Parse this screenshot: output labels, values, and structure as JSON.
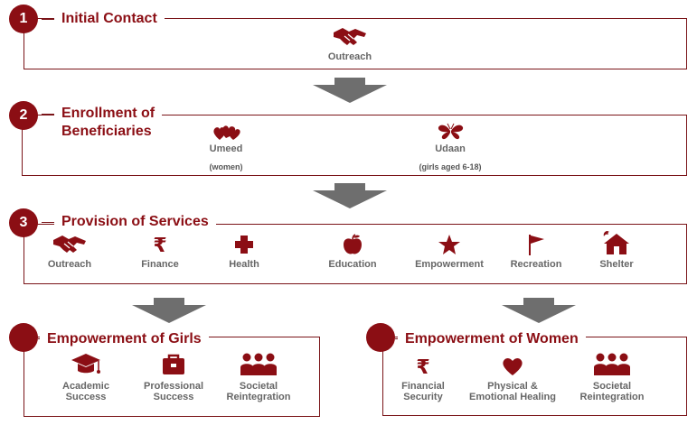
{
  "colors": {
    "accent": "#8b0e14",
    "arrow": "#6e6e6e",
    "label": "#666666"
  },
  "step1": {
    "number": "1",
    "title": "Initial Contact",
    "items": [
      {
        "label": "Outreach",
        "icon": "handshake-icon"
      }
    ]
  },
  "step2": {
    "number": "2",
    "title_line1": "Enrollment of",
    "title_line2": "Beneficiaries",
    "items": [
      {
        "label": "Umeed",
        "sub": "(women)",
        "icon": "hearts-icon"
      },
      {
        "label": "Udaan",
        "sub": "(girls aged 6-18)",
        "icon": "butterfly-icon"
      }
    ]
  },
  "step3": {
    "number": "3",
    "title": "Provision of Services",
    "items": [
      {
        "label": "Outreach",
        "icon": "handshake-icon"
      },
      {
        "label": "Finance",
        "icon": "rupee-icon"
      },
      {
        "label": "Health",
        "icon": "cross-icon"
      },
      {
        "label": "Education",
        "icon": "apple-icon"
      },
      {
        "label": "Empowerment",
        "icon": "star-icon"
      },
      {
        "label": "Recreation",
        "icon": "flag-icon"
      },
      {
        "label": "Shelter",
        "icon": "house-icon"
      }
    ]
  },
  "girls": {
    "title": "Empowerment of Girls",
    "items": [
      {
        "line1": "Academic",
        "line2": "Success",
        "icon": "graduation-cap-icon"
      },
      {
        "line1": "Professional",
        "line2": "Success",
        "icon": "briefcase-icon"
      },
      {
        "line1": "Societal",
        "line2": "Reintegration",
        "icon": "people-icon"
      }
    ]
  },
  "women": {
    "title": "Empowerment of Women",
    "items": [
      {
        "line1": "Financial",
        "line2": "Security",
        "icon": "rupee-icon"
      },
      {
        "line1": "Physical &",
        "line2": "Emotional Healing",
        "icon": "heart-icon"
      },
      {
        "line1": "Societal",
        "line2": "Reintegration",
        "icon": "people-icon"
      }
    ]
  }
}
